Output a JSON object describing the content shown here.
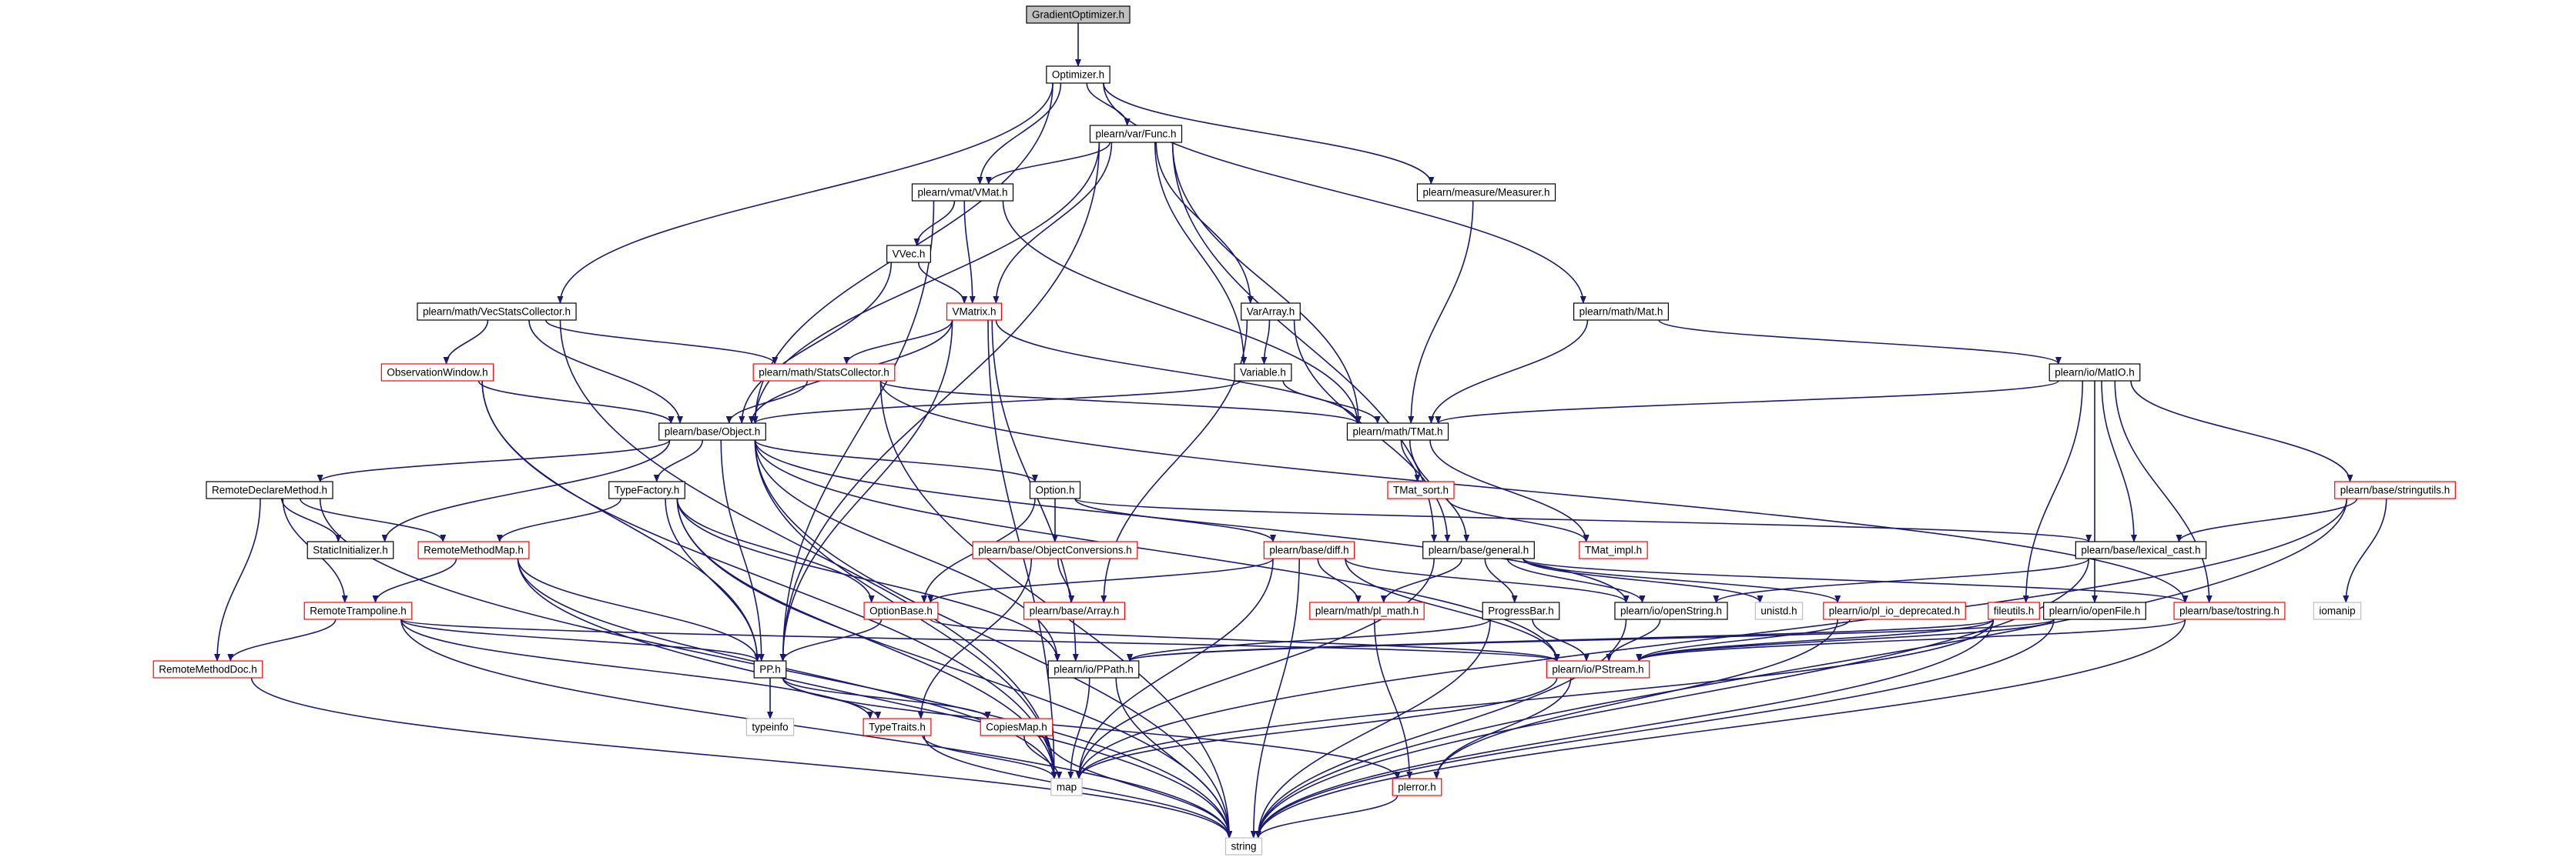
{
  "colors": {
    "edge": "#191970",
    "border_default": "#000000",
    "border_partial": "#ff0000",
    "border_system": "#bfbfbf",
    "fill_root": "#bfbfbf",
    "fill_default": "#ffffff",
    "text": "#000000"
  },
  "nodes": [
    {
      "id": "n0",
      "label": "GradientOptimizer.h",
      "kind": "root"
    },
    {
      "id": "n1",
      "label": "Optimizer.h",
      "kind": "normal"
    },
    {
      "id": "n2",
      "label": "plearn/var/Func.h",
      "kind": "normal"
    },
    {
      "id": "n3",
      "label": "plearn/vmat/VMat.h",
      "kind": "normal"
    },
    {
      "id": "n4",
      "label": "plearn/measure/Measurer.h",
      "kind": "normal"
    },
    {
      "id": "n5",
      "label": "VVec.h",
      "kind": "normal"
    },
    {
      "id": "n6",
      "label": "VMatrix.h",
      "kind": "partial"
    },
    {
      "id": "n7",
      "label": "VarArray.h",
      "kind": "normal"
    },
    {
      "id": "n8",
      "label": "plearn/math/Mat.h",
      "kind": "normal"
    },
    {
      "id": "n9",
      "label": "plearn/math/VecStatsCollector.h",
      "kind": "normal"
    },
    {
      "id": "n10",
      "label": "ObservationWindow.h",
      "kind": "partial"
    },
    {
      "id": "n11",
      "label": "plearn/math/StatsCollector.h",
      "kind": "partial"
    },
    {
      "id": "n12",
      "label": "Variable.h",
      "kind": "normal"
    },
    {
      "id": "n13",
      "label": "plearn/io/MatIO.h",
      "kind": "normal"
    },
    {
      "id": "n14",
      "label": "plearn/base/Object.h",
      "kind": "normal"
    },
    {
      "id": "n15",
      "label": "plearn/math/TMat.h",
      "kind": "normal"
    },
    {
      "id": "n16",
      "label": "RemoteDeclareMethod.h",
      "kind": "normal"
    },
    {
      "id": "n17",
      "label": "TypeFactory.h",
      "kind": "normal"
    },
    {
      "id": "n18",
      "label": "Option.h",
      "kind": "normal"
    },
    {
      "id": "n19",
      "label": "TMat_sort.h",
      "kind": "partial"
    },
    {
      "id": "n20",
      "label": "plearn/base/stringutils.h",
      "kind": "partial"
    },
    {
      "id": "n21",
      "label": "StaticInitializer.h",
      "kind": "normal"
    },
    {
      "id": "n22",
      "label": "RemoteMethodMap.h",
      "kind": "partial"
    },
    {
      "id": "n23",
      "label": "plearn/base/ObjectConversions.h",
      "kind": "partial"
    },
    {
      "id": "n24",
      "label": "plearn/base/diff.h",
      "kind": "partial"
    },
    {
      "id": "n25",
      "label": "plearn/base/general.h",
      "kind": "normal"
    },
    {
      "id": "n26",
      "label": "TMat_impl.h",
      "kind": "partial"
    },
    {
      "id": "n27",
      "label": "plearn/base/lexical_cast.h",
      "kind": "normal"
    },
    {
      "id": "n28",
      "label": "RemoteTrampoline.h",
      "kind": "partial"
    },
    {
      "id": "n29",
      "label": "plearn/base/Array.h",
      "kind": "partial"
    },
    {
      "id": "n30",
      "label": "OptionBase.h",
      "kind": "partial"
    },
    {
      "id": "n31",
      "label": "plearn/math/pl_math.h",
      "kind": "partial"
    },
    {
      "id": "n32",
      "label": "ProgressBar.h",
      "kind": "normal"
    },
    {
      "id": "n33",
      "label": "plearn/io/openString.h",
      "kind": "normal"
    },
    {
      "id": "n34",
      "label": "unistd.h",
      "kind": "system"
    },
    {
      "id": "n35",
      "label": "plearn/io/pl_io_deprecated.h",
      "kind": "partial"
    },
    {
      "id": "n36",
      "label": "fileutils.h",
      "kind": "partial"
    },
    {
      "id": "n37",
      "label": "plearn/io/openFile.h",
      "kind": "normal"
    },
    {
      "id": "n38",
      "label": "plearn/base/tostring.h",
      "kind": "partial"
    },
    {
      "id": "n39",
      "label": "iomanip",
      "kind": "system"
    },
    {
      "id": "n40",
      "label": "RemoteMethodDoc.h",
      "kind": "partial"
    },
    {
      "id": "n41",
      "label": "PP.h",
      "kind": "normal"
    },
    {
      "id": "n42",
      "label": "plearn/io/PPath.h",
      "kind": "normal"
    },
    {
      "id": "n43",
      "label": "plearn/io/PStream.h",
      "kind": "partial"
    },
    {
      "id": "n44",
      "label": "typeinfo",
      "kind": "system"
    },
    {
      "id": "n45",
      "label": "TypeTraits.h",
      "kind": "partial"
    },
    {
      "id": "n46",
      "label": "CopiesMap.h",
      "kind": "partial"
    },
    {
      "id": "n47",
      "label": "map",
      "kind": "system"
    },
    {
      "id": "n48",
      "label": "plerror.h",
      "kind": "partial"
    },
    {
      "id": "n49",
      "label": "string",
      "kind": "system"
    }
  ],
  "edges": [
    [
      "n0",
      "n1"
    ],
    [
      "n1",
      "n2"
    ],
    [
      "n1",
      "n3"
    ],
    [
      "n1",
      "n4"
    ],
    [
      "n1",
      "n8"
    ],
    [
      "n1",
      "n9"
    ],
    [
      "n1",
      "n14"
    ],
    [
      "n2",
      "n3"
    ],
    [
      "n2",
      "n6"
    ],
    [
      "n2",
      "n7"
    ],
    [
      "n2",
      "n12"
    ],
    [
      "n2",
      "n14"
    ],
    [
      "n2",
      "n15"
    ],
    [
      "n2",
      "n25"
    ],
    [
      "n2",
      "n41"
    ],
    [
      "n3",
      "n5"
    ],
    [
      "n3",
      "n6"
    ],
    [
      "n3",
      "n15"
    ],
    [
      "n3",
      "n41"
    ],
    [
      "n4",
      "n15"
    ],
    [
      "n5",
      "n6"
    ],
    [
      "n5",
      "n14"
    ],
    [
      "n6",
      "n11"
    ],
    [
      "n6",
      "n14"
    ],
    [
      "n6",
      "n15"
    ],
    [
      "n6",
      "n41"
    ],
    [
      "n6",
      "n42"
    ],
    [
      "n6",
      "n47"
    ],
    [
      "n7",
      "n12"
    ],
    [
      "n7",
      "n25"
    ],
    [
      "n7",
      "n29"
    ],
    [
      "n8",
      "n13"
    ],
    [
      "n8",
      "n15"
    ],
    [
      "n9",
      "n10"
    ],
    [
      "n9",
      "n11"
    ],
    [
      "n9",
      "n14"
    ],
    [
      "n9",
      "n47"
    ],
    [
      "n10",
      "n14"
    ],
    [
      "n10",
      "n41"
    ],
    [
      "n10",
      "n47"
    ],
    [
      "n11",
      "n14"
    ],
    [
      "n11",
      "n15"
    ],
    [
      "n11",
      "n38"
    ],
    [
      "n11",
      "n49"
    ],
    [
      "n12",
      "n14"
    ],
    [
      "n12",
      "n15"
    ],
    [
      "n13",
      "n15"
    ],
    [
      "n13",
      "n20"
    ],
    [
      "n13",
      "n27"
    ],
    [
      "n13",
      "n36"
    ],
    [
      "n13",
      "n37"
    ],
    [
      "n13",
      "n38"
    ],
    [
      "n14",
      "n16"
    ],
    [
      "n14",
      "n17"
    ],
    [
      "n14",
      "n18"
    ],
    [
      "n14",
      "n21"
    ],
    [
      "n14",
      "n33"
    ],
    [
      "n14",
      "n41"
    ],
    [
      "n14",
      "n42"
    ],
    [
      "n14",
      "n43"
    ],
    [
      "n14",
      "n47"
    ],
    [
      "n14",
      "n49"
    ],
    [
      "n15",
      "n19"
    ],
    [
      "n15",
      "n25"
    ],
    [
      "n15",
      "n26"
    ],
    [
      "n16",
      "n21"
    ],
    [
      "n16",
      "n22"
    ],
    [
      "n16",
      "n28"
    ],
    [
      "n16",
      "n40"
    ],
    [
      "n16",
      "n49"
    ],
    [
      "n17",
      "n22"
    ],
    [
      "n17",
      "n30"
    ],
    [
      "n17",
      "n41"
    ],
    [
      "n17",
      "n42"
    ],
    [
      "n17",
      "n47"
    ],
    [
      "n17",
      "n49"
    ],
    [
      "n18",
      "n23"
    ],
    [
      "n18",
      "n24"
    ],
    [
      "n18",
      "n27"
    ],
    [
      "n18",
      "n30"
    ],
    [
      "n19",
      "n26"
    ],
    [
      "n20",
      "n27"
    ],
    [
      "n20",
      "n39"
    ],
    [
      "n20",
      "n47"
    ],
    [
      "n20",
      "n49"
    ],
    [
      "n22",
      "n28"
    ],
    [
      "n22",
      "n41"
    ],
    [
      "n22",
      "n47"
    ],
    [
      "n22",
      "n49"
    ],
    [
      "n23",
      "n29"
    ],
    [
      "n23",
      "n45"
    ],
    [
      "n24",
      "n30"
    ],
    [
      "n24",
      "n31"
    ],
    [
      "n24",
      "n33"
    ],
    [
      "n24",
      "n43"
    ],
    [
      "n24",
      "n47"
    ],
    [
      "n24",
      "n49"
    ],
    [
      "n25",
      "n31"
    ],
    [
      "n25",
      "n32"
    ],
    [
      "n25",
      "n33"
    ],
    [
      "n25",
      "n34"
    ],
    [
      "n25",
      "n35"
    ],
    [
      "n25",
      "n38"
    ],
    [
      "n25",
      "n47"
    ],
    [
      "n27",
      "n33"
    ],
    [
      "n27",
      "n49"
    ],
    [
      "n28",
      "n40"
    ],
    [
      "n28",
      "n41"
    ],
    [
      "n28",
      "n43"
    ],
    [
      "n28",
      "n45"
    ],
    [
      "n28",
      "n49"
    ],
    [
      "n30",
      "n41"
    ],
    [
      "n30",
      "n43"
    ],
    [
      "n31",
      "n48"
    ],
    [
      "n32",
      "n42"
    ],
    [
      "n32",
      "n43"
    ],
    [
      "n32",
      "n49"
    ],
    [
      "n33",
      "n43"
    ],
    [
      "n33",
      "n49"
    ],
    [
      "n35",
      "n43"
    ],
    [
      "n35",
      "n48"
    ],
    [
      "n36",
      "n42"
    ],
    [
      "n36",
      "n43"
    ],
    [
      "n36",
      "n47"
    ],
    [
      "n36",
      "n49"
    ],
    [
      "n37",
      "n42"
    ],
    [
      "n37",
      "n43"
    ],
    [
      "n37",
      "n49"
    ],
    [
      "n38",
      "n43"
    ],
    [
      "n38",
      "n49"
    ],
    [
      "n40",
      "n49"
    ],
    [
      "n41",
      "n44"
    ],
    [
      "n41",
      "n45"
    ],
    [
      "n41",
      "n46"
    ],
    [
      "n41",
      "n48"
    ],
    [
      "n42",
      "n47"
    ],
    [
      "n42",
      "n49"
    ],
    [
      "n43",
      "n47"
    ],
    [
      "n43",
      "n48"
    ],
    [
      "n45",
      "n47"
    ],
    [
      "n45",
      "n49"
    ],
    [
      "n46",
      "n47"
    ],
    [
      "n46",
      "n49"
    ],
    [
      "n48",
      "n49"
    ]
  ]
}
